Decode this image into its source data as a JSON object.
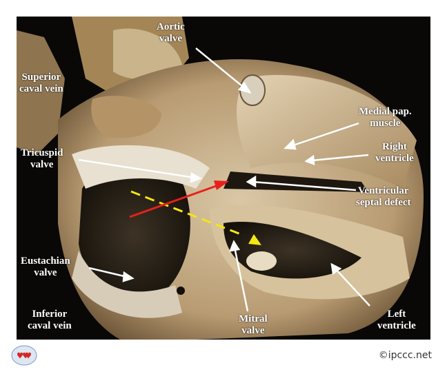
{
  "labels": {
    "aortic_valve": [
      "Aortic",
      "valve"
    ],
    "superior_caval_vein": [
      "Superior",
      "caval vein"
    ],
    "medial_pap_muscle": [
      "Medial pap.",
      "muscle"
    ],
    "tricuspid_valve": [
      "Tricuspid",
      "valve"
    ],
    "right_ventricle": [
      "Right",
      "ventricle"
    ],
    "ventricular_septal_defect": [
      "Ventricular",
      "septal defect"
    ],
    "eustachian_valve": [
      "Eustachian",
      "valve"
    ],
    "inferior_caval_vein": [
      "Inferior",
      "caval vein"
    ],
    "mitral_valve": [
      "Mitral",
      "valve"
    ],
    "left_ventricle": [
      "Left",
      "ventricle"
    ]
  },
  "copyright": "©ipccc.net",
  "colors": {
    "red_arrow": "#e8201c",
    "yellow_arrow": "#f5e614",
    "pointer": "#ffffff"
  },
  "logo": "ipccc-hearts-logo"
}
